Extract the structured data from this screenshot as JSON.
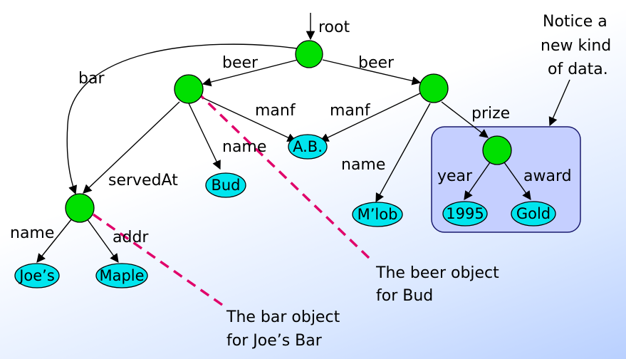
{
  "labels": {
    "root": "root",
    "beer_left": "beer",
    "beer_right": "beer",
    "bar": "bar",
    "manf_left": "manf",
    "manf_right": "manf",
    "name_bud": "name",
    "name_mlob": "name",
    "prize": "prize",
    "servedAt": "servedAt",
    "name_joes": "name",
    "addr": "addr",
    "year": "year",
    "award": "award"
  },
  "leaves": {
    "ab": "A.B.",
    "bud": "Bud",
    "mlob": "M’lob",
    "y1995": "1995",
    "gold": "Gold",
    "joes": "Joe’s",
    "maple": "Maple"
  },
  "annotations": {
    "notice": [
      "Notice a",
      "new kind",
      "of data."
    ],
    "beer_object": [
      "The beer object",
      "for Bud"
    ],
    "bar_object": [
      "The bar object",
      "for Joe’s Bar"
    ]
  },
  "colors": {
    "object_node": "#00e000",
    "leaf_node": "#00e5ee",
    "highlight_box": "#c5cfff",
    "dashed_pointer": "#e0006a"
  }
}
